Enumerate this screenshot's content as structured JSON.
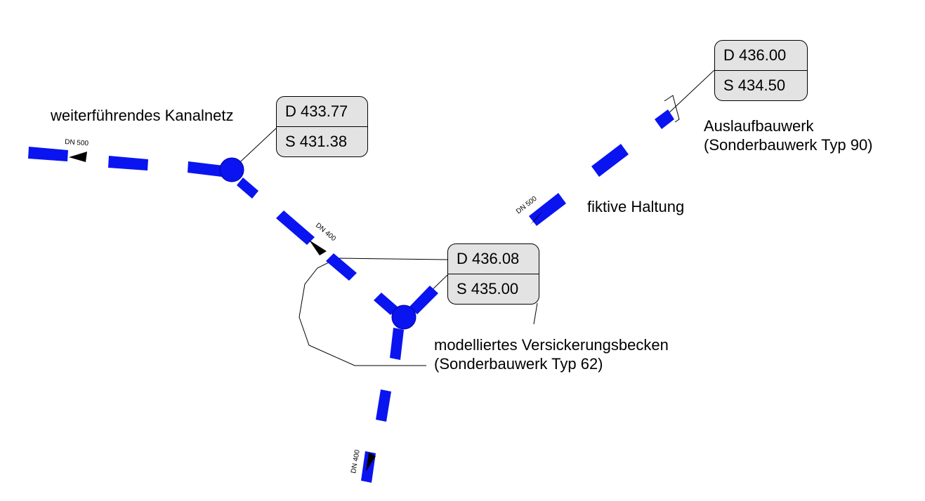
{
  "colors": {
    "pipe": "#0a14f0",
    "box_fill": "#e3e3e3",
    "line": "#000000"
  },
  "labels": {
    "network": "weiterführendes Kanalnetz",
    "fictive": "fiktive Haltung",
    "outlet_1": "Auslaufbauwerk",
    "outlet_2": "(Sonderbauwerk Typ 90)",
    "basin_1": "modelliertes Versickerungsbecken",
    "basin_2": "(Sonderbauwerk Typ 62)"
  },
  "nodes": {
    "n1": {
      "d": "D 433.77",
      "s": "S 431.38"
    },
    "n2": {
      "d": "D 436.08",
      "s": "S 435.00"
    },
    "n3": {
      "d": "D 436.00",
      "s": "S 434.50"
    }
  },
  "pipes": {
    "dn_west": "DN 500",
    "dn_mid": "DN 400",
    "dn_ne": "DN 500",
    "dn_south": "DN 400"
  }
}
